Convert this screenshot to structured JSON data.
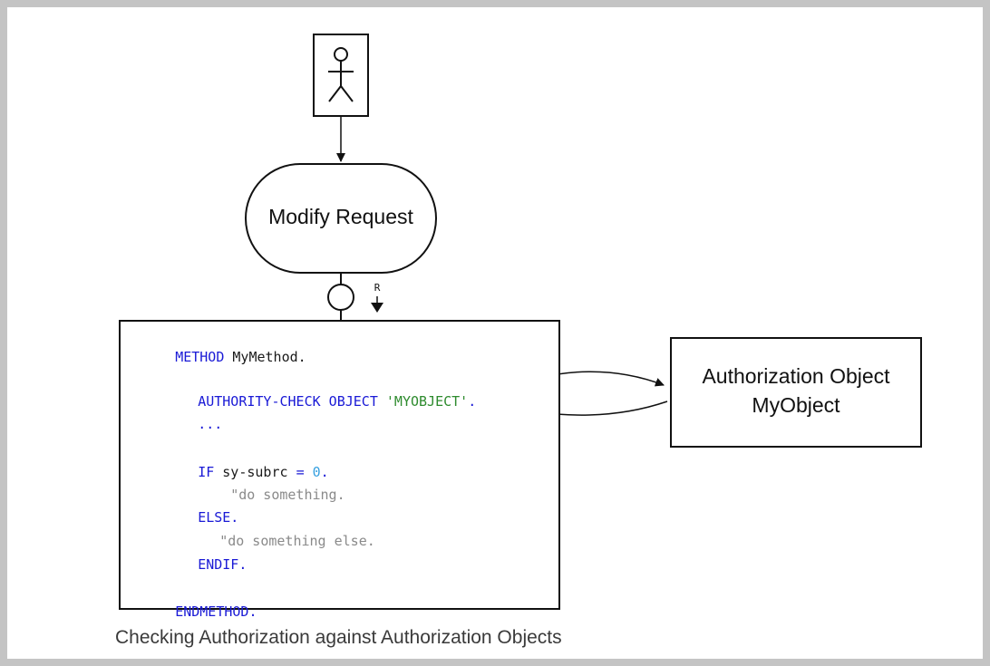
{
  "diagram": {
    "process_label": "Modify Request",
    "read_marker": "R",
    "auth_object": {
      "line1": "Authorization Object",
      "line2": "MyObject"
    },
    "code": {
      "method_kw": "METHOD",
      "method_name": " MyMethod.",
      "auth_check_kw": "AUTHORITY-CHECK OBJECT",
      "auth_check_obj": "'MYOBJECT'",
      "auth_check_end": ".",
      "ellipsis": "...",
      "if_kw": "IF",
      "if_var": " sy-subrc ",
      "if_op": "=",
      "if_num": " 0",
      "if_end": ".",
      "comment1": "\"do something.",
      "else_kw": "ELSE.",
      "comment2": "\"do something else.",
      "endif_kw": "ENDIF.",
      "endmethod_kw": "ENDMETHOD."
    }
  },
  "caption": "Checking Authorization against Authorization Objects"
}
